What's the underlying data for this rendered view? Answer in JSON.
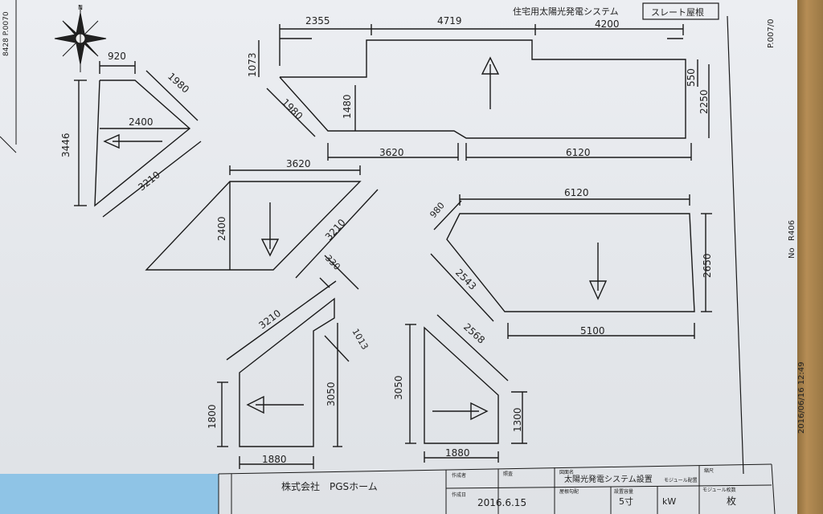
{
  "header": {
    "system_title": "住宅用太陽光発電システム",
    "roof_type": "スレート屋根",
    "page_ref": "P.007/0",
    "drawing_no_label": "No",
    "drawing_no": "R406",
    "timestamp": "2016/06/16 12:49",
    "left_edge_text": "8428 P.0070"
  },
  "compass": {
    "north_label": "N",
    "icon": "compass-rose-icon"
  },
  "dimensions": {
    "top_left_a": "2355",
    "top_mid": "4719",
    "top_right": "4200",
    "left_height": "1073",
    "inner_height": "1480",
    "slant_left": "1980",
    "right_step": "550",
    "right_height": "2250",
    "bottom_a": "3620",
    "bottom_b": "6120",
    "tri_top": "920",
    "tri_slant": "1980",
    "tri_height": "3446",
    "tri_mid": "2400",
    "tri_bottom_slant": "3210",
    "para_top": "3620",
    "para_height": "2400",
    "para_slant": "3210",
    "small_330": "330",
    "right_top": "6120",
    "right_980": "980",
    "right_slant": "2543",
    "right_height2": "2650",
    "right_bottom": "5100",
    "bl_slant": "3210",
    "bl_1013": "1013",
    "bl_height_right": "3050",
    "bl_height_left": "1800",
    "bl_bottom": "1880",
    "br_height": "3050",
    "br_slant": "2568",
    "br_right": "1300",
    "br_bottom": "1880"
  },
  "title_block": {
    "company": "株式会社　PGSホーム",
    "date": "2016.6.15",
    "creator_label": "作成者",
    "checker_label": "照査",
    "date_label": "作成日",
    "project_label": "図面名",
    "project": "太陽光発電システム設置",
    "module_layout": "モジュール配置",
    "slope_label": "屋根勾配",
    "slope": "5寸",
    "output_label": "設置容量",
    "output": "kW",
    "count_label": "モジュール枚数",
    "count_unit": "枚",
    "scale_label": "縮尺"
  }
}
